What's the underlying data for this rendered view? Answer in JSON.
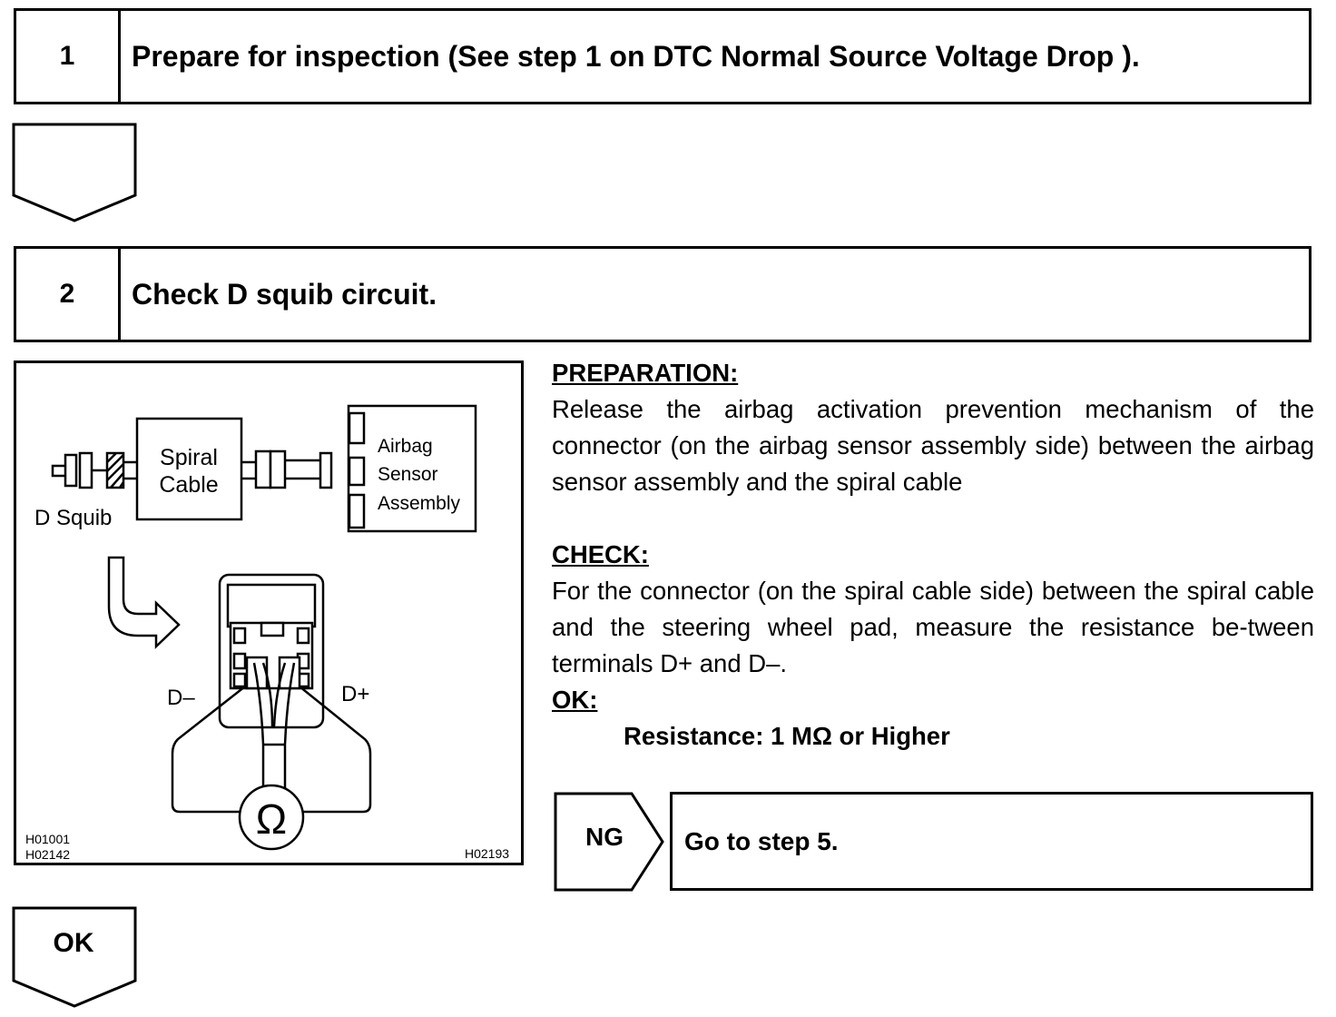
{
  "steps": [
    {
      "number": "1",
      "title": "Prepare for inspection (See step 1 on DTC Normal Source Voltage Drop )."
    },
    {
      "number": "2",
      "title": "Check D squib circuit."
    }
  ],
  "figure": {
    "labels": {
      "d_squib": "D Squib",
      "spiral_line1": "Spiral",
      "spiral_line2": "Cable",
      "airbag_line1": "Airbag",
      "airbag_line2": "Sensor",
      "airbag_line3": "Assembly",
      "d_minus": "D–",
      "d_plus": "D+",
      "ohm_symbol": "Ω"
    },
    "ids_left": [
      "H01001",
      "H02142"
    ],
    "id_right": "H02193"
  },
  "preparation": {
    "heading": "PREPARATION:",
    "text": "Release the airbag activation prevention mechanism of the connector (on the airbag sensor assembly side) between the airbag sensor assembly and the spiral cable"
  },
  "check": {
    "heading": "CHECK:",
    "text": "For the connector (on the spiral cable side) between the spiral cable and the steering wheel pad, measure the resistance be-tween terminals D+ and D–."
  },
  "ok_spec": {
    "heading": "OK:",
    "text": "Resistance: 1 MΩ or Higher"
  },
  "ng_result": {
    "label": "NG",
    "text": "Go to step 5."
  },
  "ok_result": {
    "label": "OK"
  }
}
